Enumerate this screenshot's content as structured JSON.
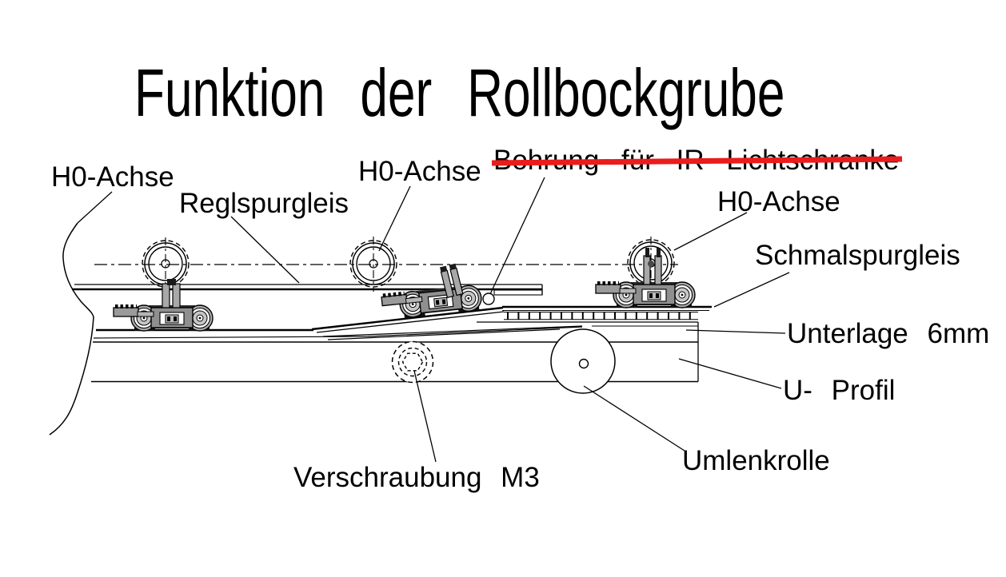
{
  "title": "Funktion der Rollbockgrube",
  "labels": {
    "h0_achse_left": "H0-Achse",
    "reglspurgleis": "Reglspurgleis",
    "h0_achse_middle": "H0-Achse",
    "bohrung_ir": "Bohrung für IR Lichtschranke",
    "h0_achse_right": "H0-Achse",
    "schmalspurgleis": "Schmalspurgleis",
    "unterlage": "Unterlage 6mm",
    "u_profil": "U- Profil",
    "umlenkrolle": "Umlenkrolle",
    "verschraubung_m3": "Verschraubung M3"
  },
  "annotations": {
    "strikethrough_target": "Bohrung für IR Lichtschranke",
    "strikethrough_color": "#ea1c1c"
  },
  "colors": {
    "line": "#000000",
    "background": "#ffffff",
    "part_gray": "#a9a9a9"
  }
}
